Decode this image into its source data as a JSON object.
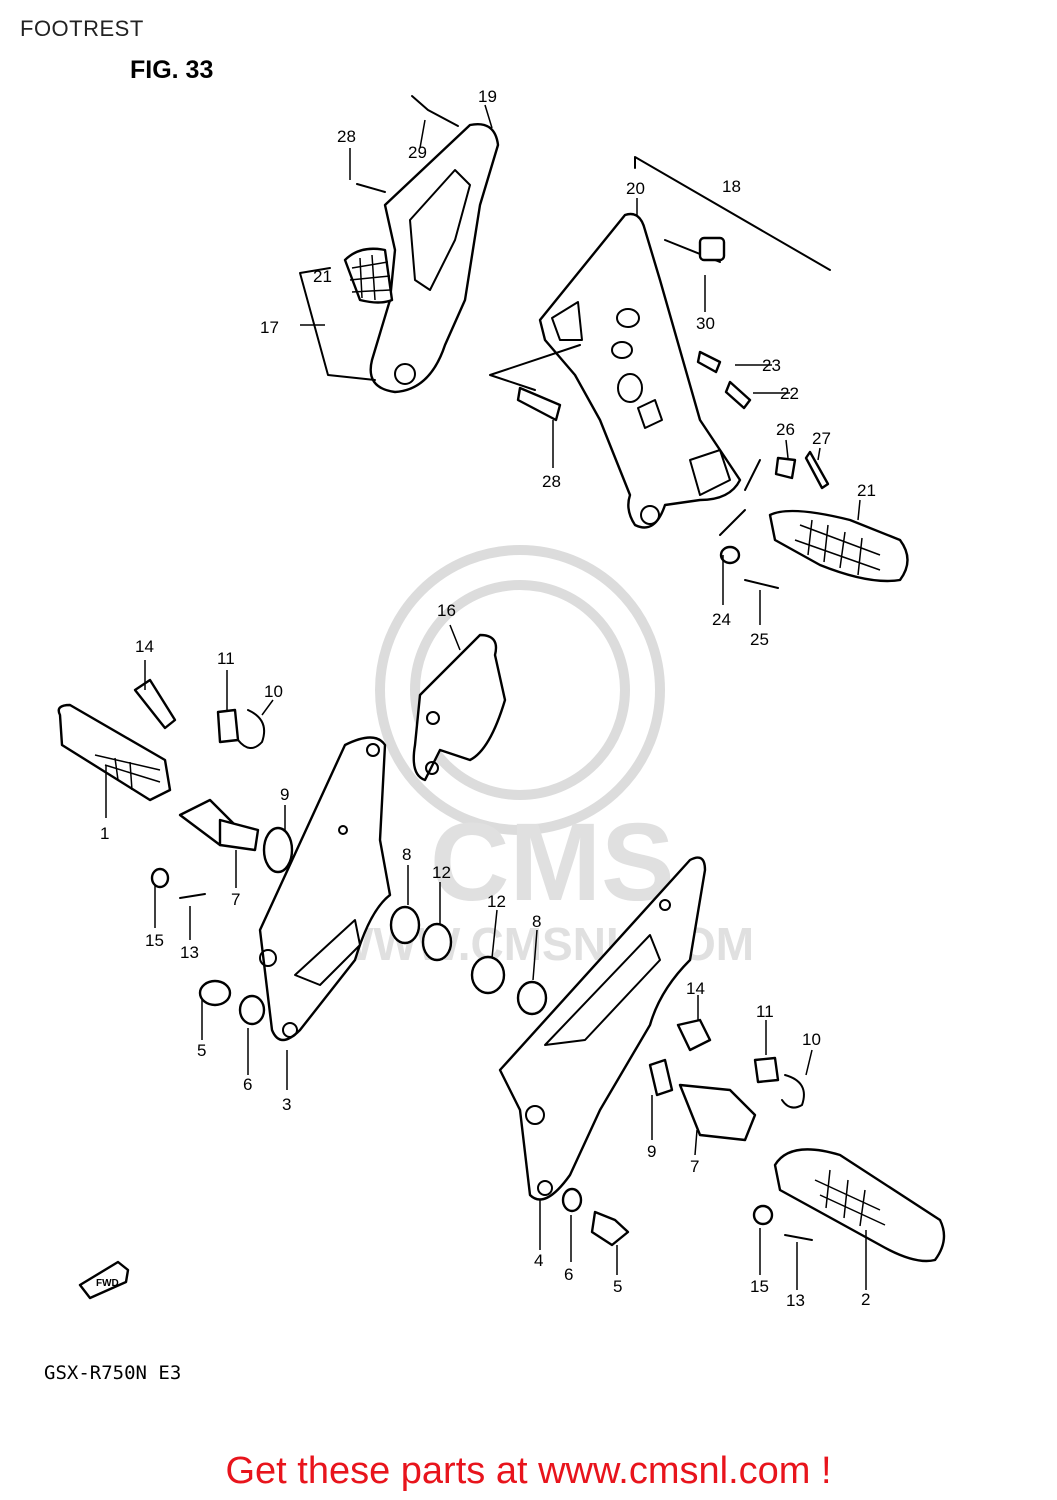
{
  "header": {
    "title": "FOOTREST"
  },
  "figure": {
    "label": "FIG. 33",
    "model": "GSX-R750N E3"
  },
  "watermark": {
    "brand": "CMS",
    "url": "WWW.CMSNL.COM"
  },
  "cta": {
    "text": "Get these parts at www.cmsnl.com !"
  },
  "fwd_arrow": {
    "label": "FWD"
  },
  "part_labels": {
    "p1": "1",
    "p2": "2",
    "p3": "3",
    "p4": "4",
    "p5a": "5",
    "p5b": "5",
    "p6a": "6",
    "p6b": "6",
    "p7a": "7",
    "p7b": "7",
    "p8a": "8",
    "p8b": "8",
    "p9a": "9",
    "p9b": "9",
    "p10a": "10",
    "p10b": "10",
    "p11a": "11",
    "p11b": "11",
    "p12a": "12",
    "p12b": "12",
    "p13a": "13",
    "p13b": "13",
    "p14a": "14",
    "p14b": "14",
    "p15a": "15",
    "p15b": "15",
    "p16": "16",
    "p17": "17",
    "p18": "18",
    "p19": "19",
    "p20": "20",
    "p21a": "21",
    "p21b": "21",
    "p22": "22",
    "p23": "23",
    "p24": "24",
    "p25": "25",
    "p26": "26",
    "p27": "27",
    "p28a": "28",
    "p28b": "28",
    "p29": "29",
    "p30": "30"
  }
}
